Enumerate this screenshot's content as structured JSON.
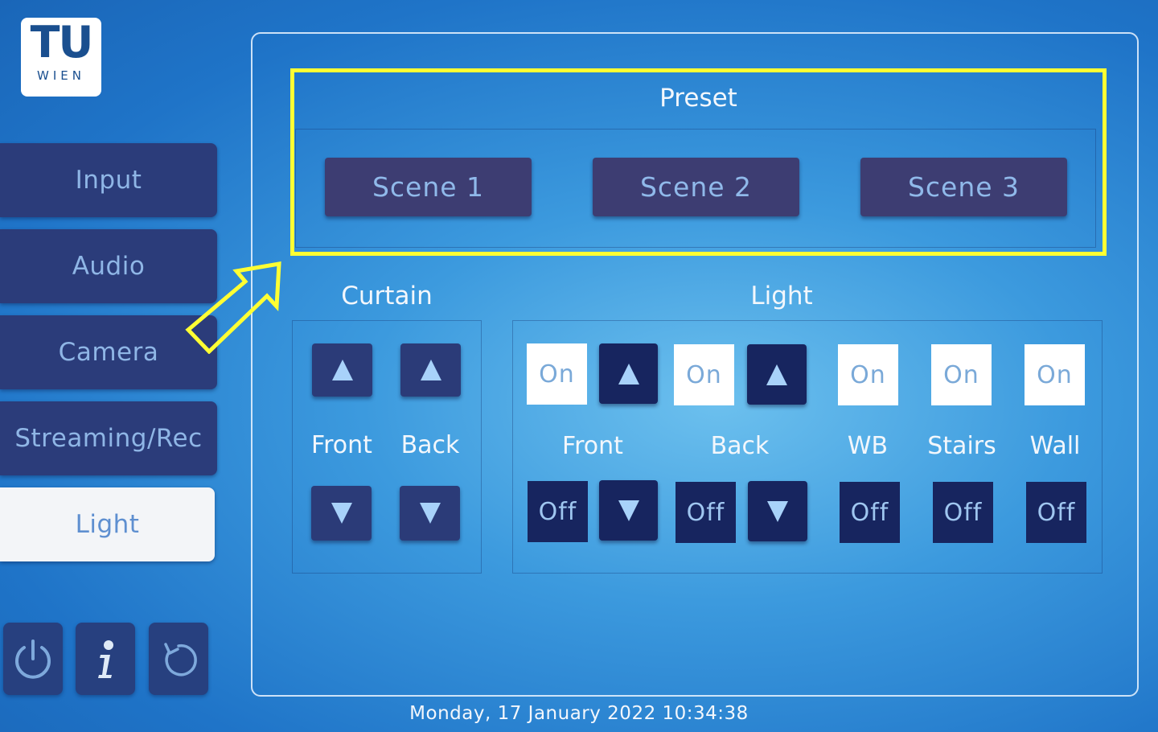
{
  "logo": {
    "top": "TU",
    "bottom": "WIEN"
  },
  "sidebar": {
    "items": [
      {
        "label": "Input"
      },
      {
        "label": "Audio"
      },
      {
        "label": "Camera"
      },
      {
        "label": "Streaming/Rec"
      },
      {
        "label": "Light",
        "active": true
      }
    ],
    "system_buttons": [
      "power-icon",
      "info-icon",
      "refresh-icon"
    ]
  },
  "preset": {
    "title": "Preset",
    "scenes": [
      "Scene 1",
      "Scene 2",
      "Scene 3"
    ],
    "highlight_color": "#ffff33"
  },
  "curtain": {
    "title": "Curtain",
    "labels": [
      "Front",
      "Back"
    ]
  },
  "light": {
    "title": "Light",
    "on_label": "On",
    "off_label": "Off",
    "labels": [
      "Front",
      "Back",
      "WB",
      "Stairs",
      "Wall"
    ]
  },
  "status": {
    "datetime": "Monday, 17 January 2022 10:34:38"
  },
  "colors": {
    "button_dark": "#17255f",
    "button_navy": "#2b3b78",
    "highlight": "#ffff33"
  }
}
